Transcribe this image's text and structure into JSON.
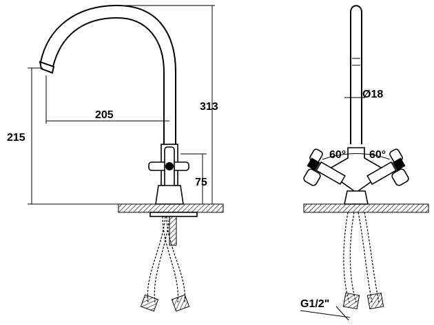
{
  "dimensions": {
    "total_height": "313",
    "spout_reach": "205",
    "spout_height": "215",
    "base_height": "75",
    "spout_diameter": "Ø18",
    "handle_angle_left": "60°",
    "handle_angle_right": "60°",
    "thread": "G1/2\""
  }
}
